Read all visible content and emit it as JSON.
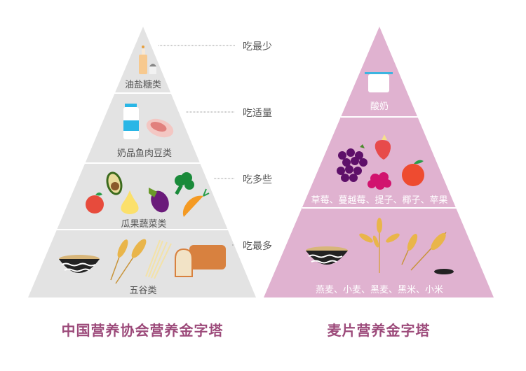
{
  "colors": {
    "left_pyramid_fill": "#e3e3e3",
    "right_pyramid_fill": "#e0b2d0",
    "title_color": "#9c4a7a",
    "divider": "#ffffff"
  },
  "left_pyramid": {
    "title": "中国营养协会营养金字塔",
    "tiers": [
      {
        "label": "油盐糖类",
        "icons": [
          "oil-bottle-icon",
          "salt-shaker-icon"
        ]
      },
      {
        "label": "奶品鱼肉豆类",
        "icons": [
          "milk-bottle-icon",
          "meat-icon"
        ]
      },
      {
        "label": "瓜果蔬菜类",
        "icons": [
          "apple-icon",
          "avocado-icon",
          "pear-icon",
          "eggplant-icon",
          "broccoli-icon",
          "carrot-icon"
        ]
      },
      {
        "label": "五谷类",
        "icons": [
          "grain-bowl-icon",
          "wheat-icon",
          "noodles-icon",
          "bread-icon"
        ]
      }
    ]
  },
  "right_pyramid": {
    "title": "麦片营养金字塔",
    "tiers": [
      {
        "label": "酸奶",
        "icons": [
          "yogurt-cup-icon"
        ]
      },
      {
        "label": "草莓、蔓越莓、提子、椰子、苹果",
        "icons": [
          "grapes-icon",
          "strawberry-icon",
          "cranberry-icon",
          "apple-icon"
        ]
      },
      {
        "label": "燕麦、小麦、黑麦、黑米、小米",
        "icons": [
          "oat-bowl-icon",
          "wheat-plant-icon",
          "wheat-icon",
          "black-rice-icon"
        ]
      }
    ]
  },
  "guide_labels": [
    "吃最少",
    "吃适量",
    "吃多些",
    "吃最多"
  ]
}
